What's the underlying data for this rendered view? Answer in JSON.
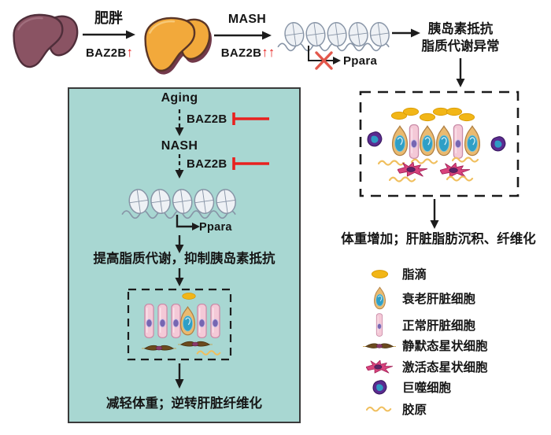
{
  "flow_top": {
    "obesity_label": "肥胖",
    "baz2b_label_1": "BAZ2B",
    "baz2b_arrows_1": "↑",
    "mash_label": "MASH",
    "baz2b_label_2": "BAZ2B",
    "baz2b_arrows_2": "↑↑",
    "ppara_blocked_label": "Ppara",
    "outcome_line1": "胰岛素抵抗",
    "outcome_line2": "脂质代谢异常",
    "result_label": "体重增加；肝脏脂肪沉积、纤维化"
  },
  "panel_left": {
    "aging_label": "Aging",
    "baz2b_label_1": "BAZ2B",
    "nash_label": "NASH",
    "baz2b_label_2": "BAZ2B",
    "ppara_label": "Ppara",
    "effect_label": "提高脂质代谢，抑制胰岛素抵抗",
    "result_label": "减轻体重；逆转肝脏纤维化"
  },
  "legend": {
    "items": [
      {
        "icon": "lipid-droplet",
        "label": "脂滴"
      },
      {
        "icon": "senescent-hepatocyte",
        "label": "衰老肝脏细胞"
      },
      {
        "icon": "normal-hepatocyte",
        "label": "正常肝脏细胞"
      },
      {
        "icon": "quiescent-stellate-cell",
        "label": "静默态星状细胞"
      },
      {
        "icon": "activated-stellate-cell",
        "label": "激活态星状细胞"
      },
      {
        "icon": "macrophage",
        "label": "巨噬细胞"
      },
      {
        "icon": "collagen",
        "label": "胶原"
      }
    ]
  },
  "colors": {
    "panel_bg": "#a8d7d2",
    "accent_red": "#e8211f",
    "blocked_x_red": "#e2574b",
    "healthy_liver": "#8a5363",
    "fatty_liver": "#f2a93b",
    "lipid_yellow": "#f2b617",
    "normal_cell_pink": "#f4c9d7",
    "senescent_cell_tan": "#eaba70",
    "nucleus_blue": "#2f9fc6",
    "macrophage_purple": "#5b2b90",
    "stellate_magenta": "#d8437d",
    "collagen_orange": "#f0bf5e"
  }
}
